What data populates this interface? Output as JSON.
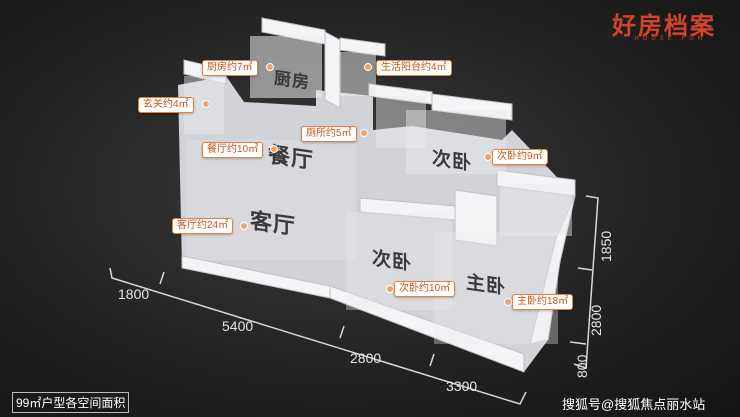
{
  "brand": {
    "title": "好房档案",
    "subtitle": "HOUSE·FUN"
  },
  "rooms": {
    "kitchen": "厨房",
    "dining": "餐厅",
    "living": "客厅",
    "second_bedroom_top": "次卧",
    "second_bedroom_bottom": "次卧",
    "master_bedroom": "主卧"
  },
  "area_tags": {
    "kitchen": "厨房约7㎡",
    "balcony": "生活阳台约4㎡",
    "entrance": "玄关约4㎡",
    "toilet": "厕所约5㎡",
    "dining": "餐厅约10㎡",
    "bedroom_top": "次卧约9㎡",
    "living": "客厅约24㎡",
    "bedroom_bottom": "次卧约10㎡",
    "master": "主卧约18㎡"
  },
  "dimensions": {
    "bottom": [
      "1800",
      "5400",
      "2800",
      "3300"
    ],
    "right": [
      "1850",
      "2800",
      "800"
    ]
  },
  "caption": "99㎡户型各空间面积",
  "credit": "搜狐号@搜狐焦点丽水站",
  "colors": {
    "accent": "#e8823a",
    "brand": "#d1432b",
    "floor": "#d2d3d8",
    "wall": "#f3f3f5"
  }
}
